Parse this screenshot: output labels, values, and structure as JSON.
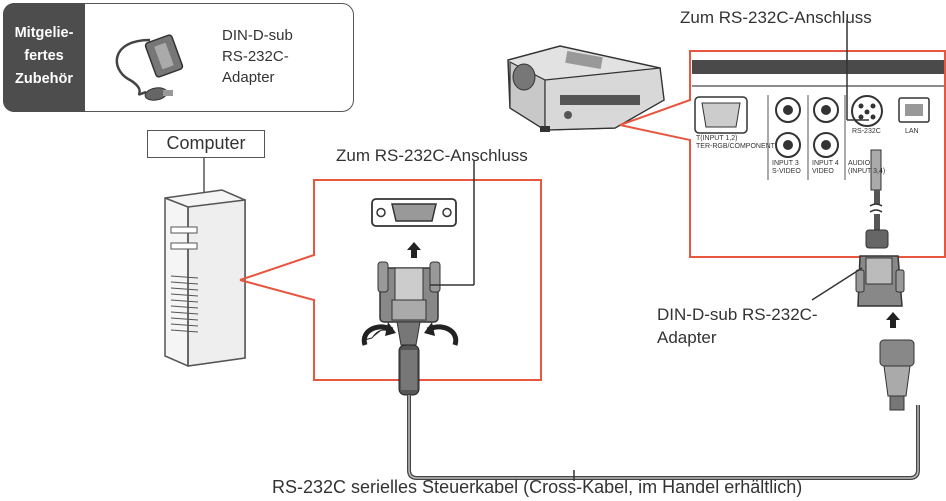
{
  "accessory": {
    "tab_label_line1": "Mitgelie-",
    "tab_label_line2": "fertes",
    "tab_label_line3": "Zubehör",
    "item_line1": "DIN-D-sub",
    "item_line2": "RS-232C-",
    "item_line3": "Adapter"
  },
  "labels": {
    "computer": "Computer",
    "port_pc": "Zum RS-232C-Anschluss",
    "port_projector": "Zum RS-232C-Anschluss",
    "adapter_line1": "DIN-D-sub RS-232C-",
    "adapter_line2": "Adapter",
    "cable": "RS-232C serielles Steuerkabel (Cross-Kabel, im Handel erhältlich)"
  },
  "projector_panel": {
    "port_rgb": "T(INPUT 1,2)",
    "port_rgb_sub": "TER-RGB/COMPONENT",
    "input3": "INPUT 3",
    "svideo": "S-VIDEO",
    "input4": "INPUT 4",
    "video": "VIDEO",
    "audio": "AUDIO",
    "audio_sub": "(INPUT 3,4)",
    "rs232c": "RS-232C",
    "lan": "LAN"
  },
  "colors": {
    "callout": "#e8563f",
    "dark": "#333333",
    "gray": "#9a9a9a"
  }
}
